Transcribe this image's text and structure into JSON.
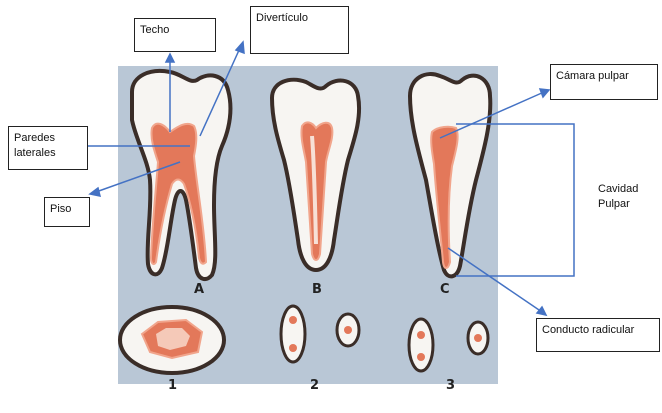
{
  "labels": {
    "techo": "Techo",
    "diverticulo": "Divertículo",
    "paredes_line1": "Paredes",
    "paredes_line2": "laterales",
    "piso": "Piso",
    "camara": "Cámara pulpar",
    "cavidad_line1": "Cavidad",
    "cavidad_line2": "Pulpar",
    "conducto": "Conducto radicular"
  },
  "figure_letters": [
    "A",
    "B",
    "C"
  ],
  "figure_numbers": [
    "1",
    "2",
    "3"
  ],
  "colors": {
    "background": "#b9c7d6",
    "enamel": "#f7f5f2",
    "outline": "#3a2d28",
    "pulp": "#e3785a",
    "pulp_light": "#f1a58c",
    "arrow": "#4472c4"
  }
}
